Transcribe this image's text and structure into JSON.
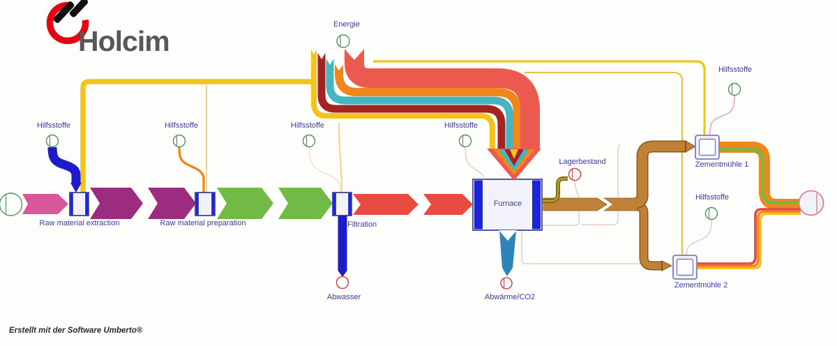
{
  "brand": {
    "name": "Holcim"
  },
  "footer": {
    "credit": "Erstellt mit der Software Umberto®"
  },
  "labels": {
    "energie": "Energie",
    "hilfsstoffe": "Hilfsstoffe",
    "lagerbestand": "Lagerbestand",
    "abwasser": "Abwasser",
    "abwaerme_co2": "Abwärme/CO2"
  },
  "transitions": {
    "raw_material_extraction": "Raw material extraction",
    "raw_material_preparation": "Raw material preparation",
    "filtration": "Filtration",
    "furnace": "Furnace",
    "zementmuehle1": "Zementmühle 1",
    "zementmuehle2": "Zementmühle 2"
  },
  "colors": {
    "bg": "#fdfdfc",
    "label": "#3a3aad",
    "yellow": "#f4c41b",
    "paleyellow": "#f3d678",
    "paleyellow2": "#edbf45",
    "orange": "#f0871c",
    "teal": "#45b5c2",
    "darkred": "#a32421",
    "salmon": "#ec5a4f",
    "pink": "#d8569b",
    "purple": "#9c2c80",
    "green": "#72ba46",
    "red": "#e94b40",
    "blue": "#1d1bca",
    "steelblue": "#2d84b8",
    "brown": "#c18038",
    "browndark": "#86561b",
    "olive": "#b89b21",
    "olivedark": "#6f5c0d",
    "placegreen": "#4f9158",
    "placered": "#d34a55",
    "circleborder": "#d87f95",
    "faintpink": "#e6c9c9",
    "faintline": "#eee0cd",
    "pinkline": "#d9a3b3",
    "boxborder": "#2b2e8c",
    "boxfill": "#f2f3fa",
    "bluebar": "#1b24d8",
    "zmborder": "#7b7eb5",
    "brandred": "#e30613",
    "brandgray": "#58585a",
    "footer": "#2b2b2b"
  }
}
